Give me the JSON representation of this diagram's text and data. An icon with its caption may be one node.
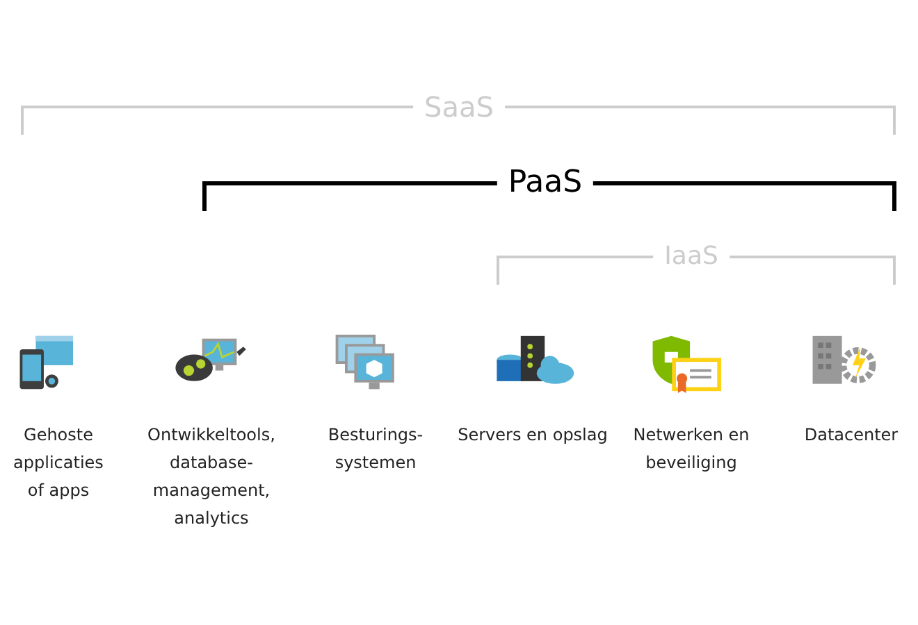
{
  "diagram": {
    "labels": [
      "SaaS",
      "PaaS",
      "IaaS",
      "Gehoste applicaties of apps",
      "Ontwikkeltools, database- management, analytics",
      "Besturings- systemen",
      "Servers en opslag",
      "Netwerken en beveiliging",
      "Datacenter"
    ]
  }
}
